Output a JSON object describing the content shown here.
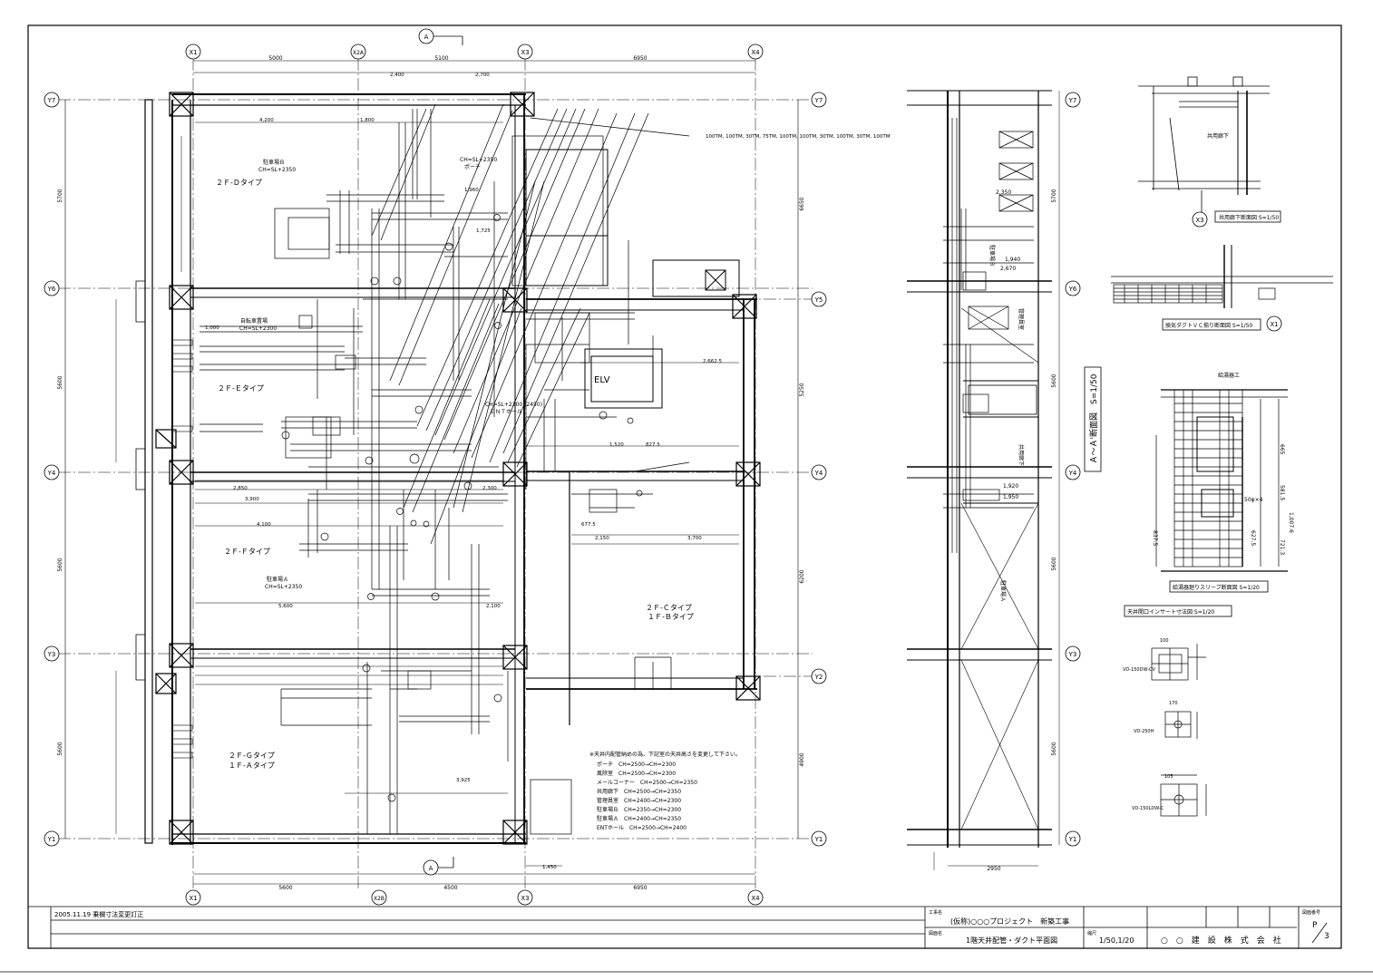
{
  "grid": {
    "columns_top": [
      "X1",
      "X2A",
      "X3",
      "X4"
    ],
    "columns_bottom": [
      "X1",
      "X2B",
      "X3",
      "X4"
    ],
    "rows_left": [
      "Y7",
      "Y6",
      "Y4",
      "Y3",
      "Y1"
    ],
    "rows_right": [
      "Y7",
      "Y5",
      "Y4",
      "Y2",
      "Y1"
    ],
    "spans_top": [
      "5000",
      "5100",
      "6950"
    ],
    "spans_bottom": [
      "5600",
      "4500",
      "6950"
    ],
    "spans_left": [
      "5700",
      "5600",
      "5600",
      "5600"
    ],
    "spans_right": [
      "6650",
      "5250",
      "6200",
      "4900"
    ],
    "section_marker": "A"
  },
  "rooms": {
    "d_type": "２Ｆ-Ｄタイプ",
    "e_type": "２Ｆ-Ｅタイプ",
    "f_type": "２Ｆ-Ｆタイプ",
    "g_type_1": "２Ｆ-Ｇタイプ",
    "g_type_2": "１Ｆ-Ａタイプ",
    "c_type_1": "２Ｆ-Ｃタイプ",
    "c_type_2": "１Ｆ-Ｂタイプ",
    "parking_b": "駐車場Ｂ",
    "parking_b_ch": "CH=SL+2350",
    "parking_a": "駐車場Ａ",
    "parking_a_ch": "CH=SL+2350",
    "bike": "自転車置場",
    "bike_ch": "CH=SL+2300",
    "porch_ch": "CH=SL+2350",
    "porch": "ポーチ",
    "elv": "ELV",
    "ent_ch": "CH=SL+2300 (2450)",
    "ent": "ＥＮＴホール"
  },
  "labels": {
    "dims": [
      "2,400",
      "2,700",
      "4,200",
      "1,800",
      "2,850",
      "3,900",
      "4,100",
      "5,600",
      "2,100",
      "3,700",
      "2,662.5",
      "1,960",
      "2,300",
      "1,725",
      "1,520",
      "1,000",
      "3,925",
      "1,450",
      "677.5",
      "827.5",
      "2,150"
    ],
    "duct_sizes": "100TM, 100TM, 30TM, 75TM, 100TM, 100TM, 30TM, 100TM, 30TM, 100TM"
  },
  "note": {
    "title": "※天井内配管納めの為、下記室の天井高さを変更して下さい。",
    "lines": [
      "ポーチ　CH=2500→CH=2300",
      "風除室　CH=2500→CH=2300",
      "メールコーナー　CH=2500→CH=2350",
      "共用廊下　CH=2500→CH=2350",
      "管理員室　CH=2400→CH=2300",
      "駐車場Ｂ　CH=2350→CH=2300",
      "駐車場Ａ　CH=2400→CH=2350",
      "ENTホール　CH=2500→CH=2400"
    ]
  },
  "section": {
    "title": "Ａ～Ａ'断面図　S=1/50",
    "bottom_dim": "2950",
    "right_dims": [
      "5700",
      "5600",
      "5600",
      "5600"
    ],
    "room_labels": [
      "駐車場Ｂ",
      "管理員室",
      "共用廊下",
      "駐車場Ａ"
    ],
    "dims": [
      "1,940",
      "2,670",
      "1,950",
      "1,920",
      "2,350"
    ]
  },
  "details": {
    "corridor_title": "共用廊下断面図 S=1/50",
    "duct_title": "換気ダクトＶＣ揃り断面図 S=1/50",
    "sleeve_title": "給湯器廻りスリーブ断面図 S=1/20",
    "insert_title": "天井開口インサート寸法図 S=1/20",
    "corridor_room": "共用廊下",
    "sleeve_label": "50φ×4",
    "sleeve_top_label": "給湯器エ",
    "sleeve_dims": [
      "665",
      "581.5",
      "1,007.6",
      "837.5",
      "627.5",
      "721.3"
    ],
    "insert_dims": [
      "100",
      "170",
      "105"
    ],
    "insert_labels": [
      "VD-150DW-CV",
      "VD-250H",
      "VD-150LDW-C"
    ],
    "mark_x3": "X3",
    "mark_x1": "X1"
  },
  "title_block": {
    "revision": "2005.11.19 乗欄寸法変更訂正",
    "project_label": "工事名",
    "project": "(仮称)○○○プロジェクト　新築工事",
    "drawing_label": "図面名",
    "drawing": "1階天井配管・ダクト平面図",
    "scale_label": "縮尺",
    "scale": "1/50,1/20",
    "company": "○　○　建　設　株　式　会　社",
    "page_label": "図面番号",
    "page_num": "P",
    "page_total": "3"
  }
}
